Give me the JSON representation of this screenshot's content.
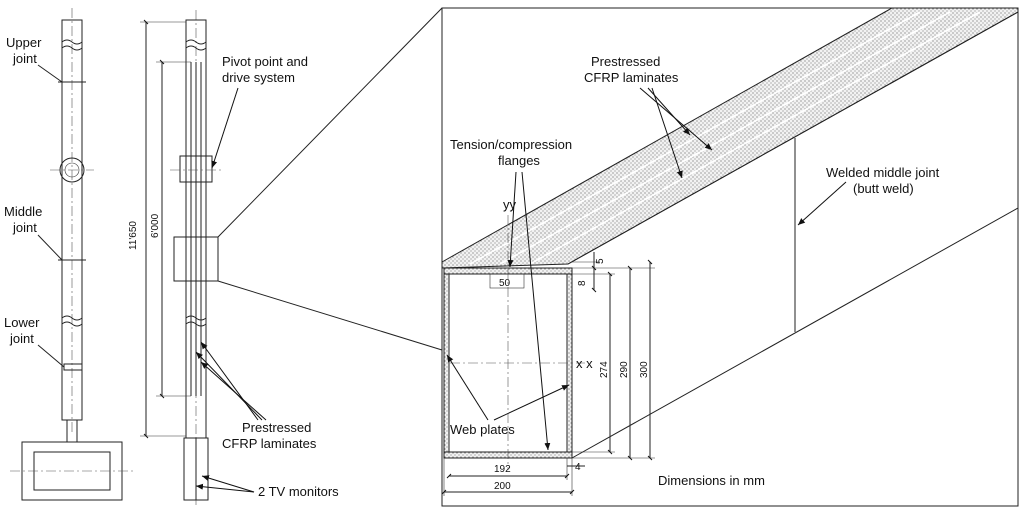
{
  "labels": {
    "upper_joint": [
      "Upper",
      "joint"
    ],
    "middle_joint": [
      "Middle",
      "joint"
    ],
    "lower_joint": [
      "Lower",
      "joint"
    ],
    "pivot": [
      "Pivot point and",
      "drive system"
    ],
    "cfrp_left": [
      "Prestressed",
      "CFRP laminates"
    ],
    "tv_monitors": "2 TV monitors",
    "cfrp_right": [
      "Prestressed",
      "CFRP laminates"
    ],
    "flanges": [
      "Tension/compression",
      "flanges"
    ],
    "welded_joint": [
      "Welded middle joint",
      "(butt weld)"
    ],
    "axis_yy": "yy",
    "axis_xx": "x x",
    "web_plates": "Web plates",
    "dimensions_note": "Dimensions in mm"
  },
  "dimensions": {
    "total_length": "11'650",
    "laminate_length": "6'000",
    "flange_width": "50",
    "flange_offset": "5",
    "flange_thickness": "8",
    "web_height": "274",
    "height_290": "290",
    "height_300": "300",
    "inner_width": "192",
    "outer_width": "200",
    "web_thickness": "4"
  }
}
